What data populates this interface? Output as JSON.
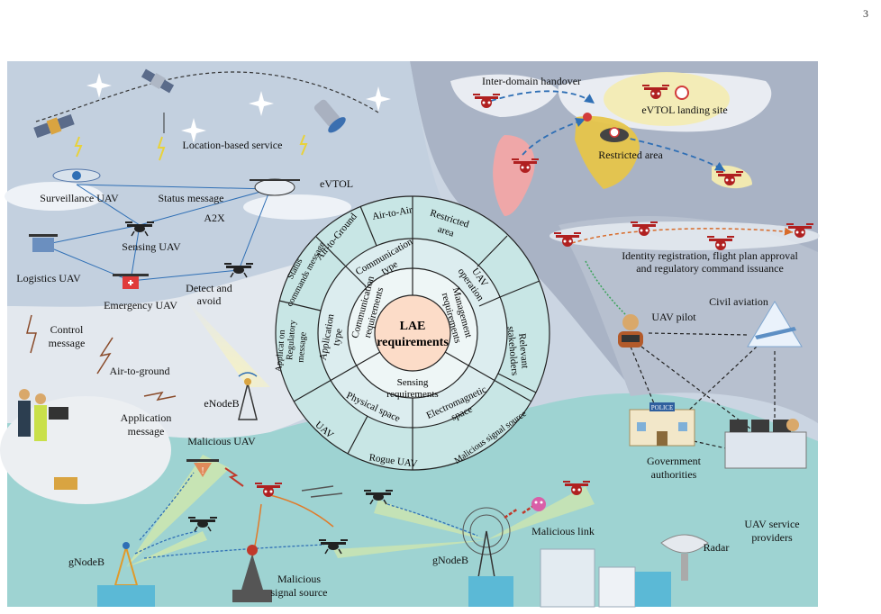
{
  "page_number": "3",
  "center": {
    "line1": "LAE",
    "line2": "requirements"
  },
  "inner_ring": {
    "communication": [
      "Communication",
      "requirements"
    ],
    "management": [
      "Management",
      "requirements"
    ],
    "sensing": [
      "Sensing",
      "requirements"
    ]
  },
  "middle_ring": {
    "communication_type": [
      "Communication",
      "type"
    ],
    "application_type": [
      "Application",
      "type"
    ],
    "uav_operation": [
      "UAV",
      "operation"
    ],
    "relevant_stakeholders": [
      "Relevant",
      "stakeholders"
    ],
    "physical_space": "Physical space",
    "electromagnetic_space": [
      "Electromagnetic",
      "space"
    ]
  },
  "outer_ring": {
    "air_to_air": "Air-to-Air",
    "air_to_ground": "Air-to-Ground",
    "status_commands_message": [
      "Status",
      "commands message"
    ],
    "application_on_regulatory_message": [
      "Applicat on",
      "Regulatory",
      "message"
    ],
    "restricted_area": [
      "Restricted",
      "area"
    ],
    "uav": "UAV",
    "rogue_uav": "Rogue UAV",
    "malicious_signal_source": "Malicious  signal source"
  },
  "scene_labels": {
    "inter_domain_handover": "Inter-domain handover",
    "evtol_landing_site": "eVTOL landing site",
    "restricted_area_map": "Restricted area",
    "identity_registration": [
      "Identity registration, flight plan approval",
      "and  regulatory command issuance"
    ],
    "location_based_service": "Location-based service",
    "evtol": "eVTOL",
    "status_message": "Status message",
    "surveillance_uav": "Surveillance UAV",
    "a2x": "A2X",
    "sensing_uav": "Sensing UAV",
    "logistics_uav": "Logistics UAV",
    "detect_and_avoid": [
      "Detect and",
      "avoid"
    ],
    "emergency_uav": "Emergency UAV",
    "control_message": [
      "Control",
      "message"
    ],
    "air_to_ground": "Air-to-ground",
    "application_message": [
      "Application",
      "message"
    ],
    "enodeb": "eNodeB",
    "malicious_uav": "Malicious UAV",
    "gnodeb_left": "gNodeB",
    "malicious_signal_source": [
      "Malicious",
      "signal source"
    ],
    "gnodeb_right": "gNodeB",
    "malicious_link": "Malicious link",
    "radar": "Radar",
    "uav_pilot": "UAV pilot",
    "civil_aviation": "Civil aviation",
    "government_authorities": [
      "Government",
      "authorities"
    ],
    "uav_service_providers": [
      "UAV service",
      "providers"
    ],
    "police": "POLICE"
  },
  "colors": {
    "sky_top": "#b9c6d8",
    "upper_right": "#aab4c6",
    "ground_left": "#dde3ea",
    "ground_bottom": "#a9d8d6",
    "wheel_outer": "#c4e3e2",
    "wheel_mid": "#dcecee",
    "wheel_inner": "#eef6f6",
    "center": "#fcdcc8",
    "drone": "#222222",
    "malicious": "#c0392b",
    "link_blue": "#2f6fb5"
  }
}
